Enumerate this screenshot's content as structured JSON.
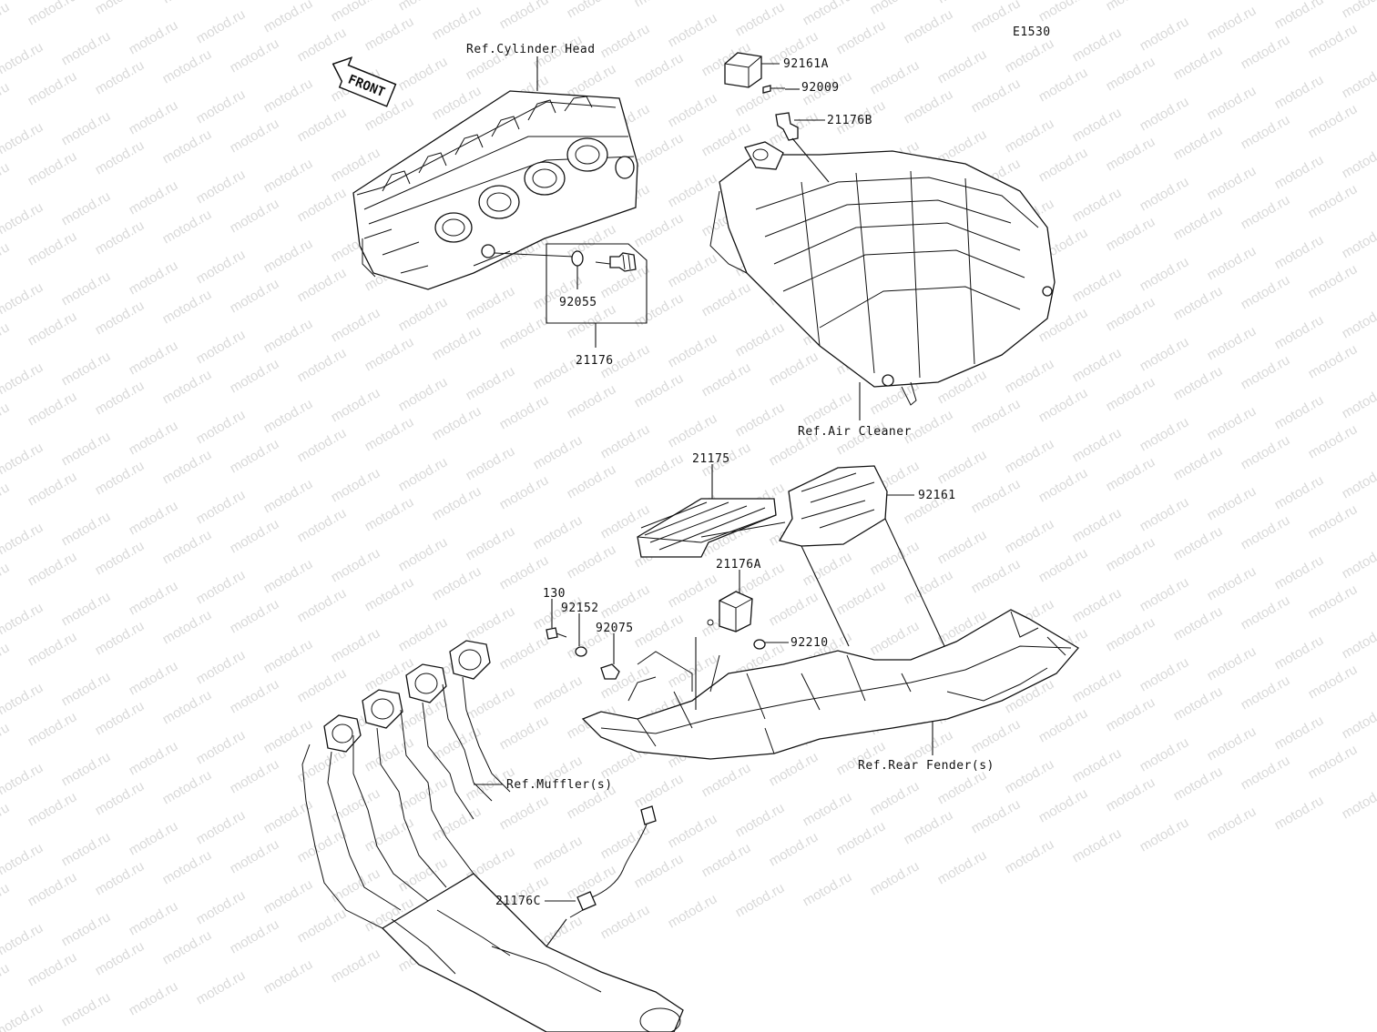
{
  "diagram_code": "E1530",
  "watermark": "motod.ru",
  "front_arrow": "FRONT",
  "refs": {
    "cylinder_head": "Ref.Cylinder Head",
    "air_cleaner": "Ref.Air Cleaner",
    "rear_fender": "Ref.Rear Fender(s)",
    "muffler": "Ref.Muffler(s)"
  },
  "parts": {
    "p92161A": "92161A",
    "p92009": "92009",
    "p21176B": "21176B",
    "p92055": "92055",
    "p21176": "21176",
    "p21175": "21175",
    "p92161": "92161",
    "p21176A": "21176A",
    "p130": "130",
    "p92152": "92152",
    "p92075": "92075",
    "p92210": "92210",
    "p21176C": "21176C"
  },
  "colors": {
    "line": "#111111",
    "watermark": "#d9d9d9",
    "background": "#ffffff"
  }
}
